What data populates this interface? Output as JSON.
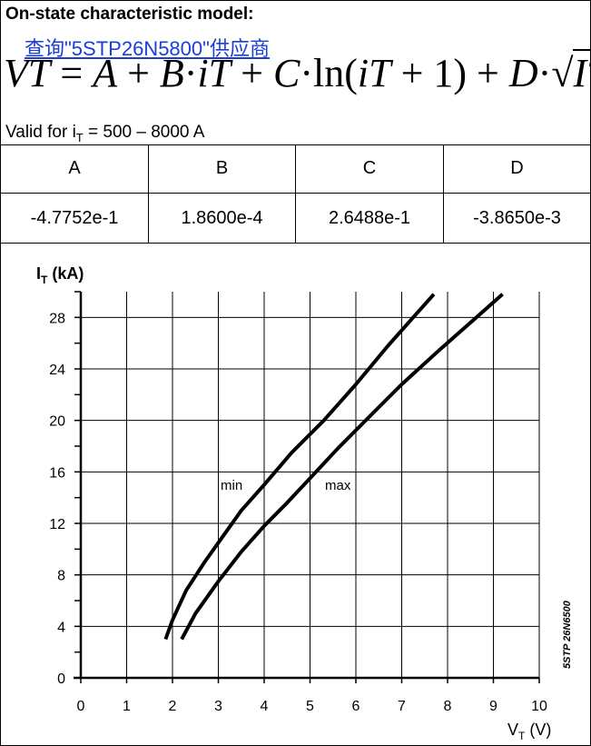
{
  "header": {
    "title": "On-state characteristic model:",
    "supplier_link": "查询\"5STP26N5800\"供应商",
    "formula": {
      "lhs": "VT",
      "eq": " = ",
      "a": "A",
      "p1": " + ",
      "b": "B",
      "dot1": "·",
      "it1": "iT",
      "p2": " + ",
      "c": "C",
      "dot2": "·",
      "ln": "ln(",
      "it2": "iT",
      "p3": " + 1) + ",
      "d": "D",
      "dot3": "·",
      "sqrt": "√",
      "it3": "IT"
    },
    "validity_prefix": "Valid for i",
    "validity_sub": "T",
    "validity_suffix": " = 500 – 8000 A"
  },
  "coefficients": {
    "headers": [
      "A",
      "B",
      "C",
      "D"
    ],
    "values": [
      "-4.7752e-1",
      "1.8600e-4",
      "2.6488e-1",
      "-3.8650e-3"
    ]
  },
  "chart_data": {
    "type": "line",
    "ylabel_main": "I",
    "ylabel_sub": "T",
    "ylabel_unit": " (kA)",
    "xlabel_main": "V",
    "xlabel_sub": "T",
    "xlabel_unit": " (V)",
    "xlim": [
      0,
      10
    ],
    "ylim": [
      0,
      30
    ],
    "x_ticks": [
      "0",
      "1",
      "2",
      "3",
      "4",
      "5",
      "6",
      "7",
      "8",
      "9",
      "10"
    ],
    "y_ticks": [
      "0",
      "4",
      "8",
      "12",
      "16",
      "20",
      "24",
      "28"
    ],
    "grid": true,
    "series": [
      {
        "name": "min",
        "x": [
          1.85,
          2.0,
          2.3,
          2.7,
          3.1,
          3.5,
          4.0,
          4.6,
          5.3,
          6.0,
          6.7,
          7.2,
          7.7
        ],
        "y": [
          3.0,
          4.5,
          6.8,
          9.0,
          11.0,
          13.0,
          15.0,
          17.5,
          20.0,
          22.8,
          25.8,
          27.8,
          29.8
        ]
      },
      {
        "name": "max",
        "x": [
          2.2,
          2.5,
          3.0,
          3.5,
          4.0,
          4.5,
          5.0,
          5.6,
          6.3,
          7.0,
          7.8,
          8.5,
          9.2
        ],
        "y": [
          3.0,
          5.0,
          7.5,
          9.8,
          11.8,
          13.6,
          15.5,
          17.8,
          20.3,
          22.8,
          25.4,
          27.6,
          29.8
        ]
      }
    ],
    "stamp": "5STP 26N6500"
  }
}
